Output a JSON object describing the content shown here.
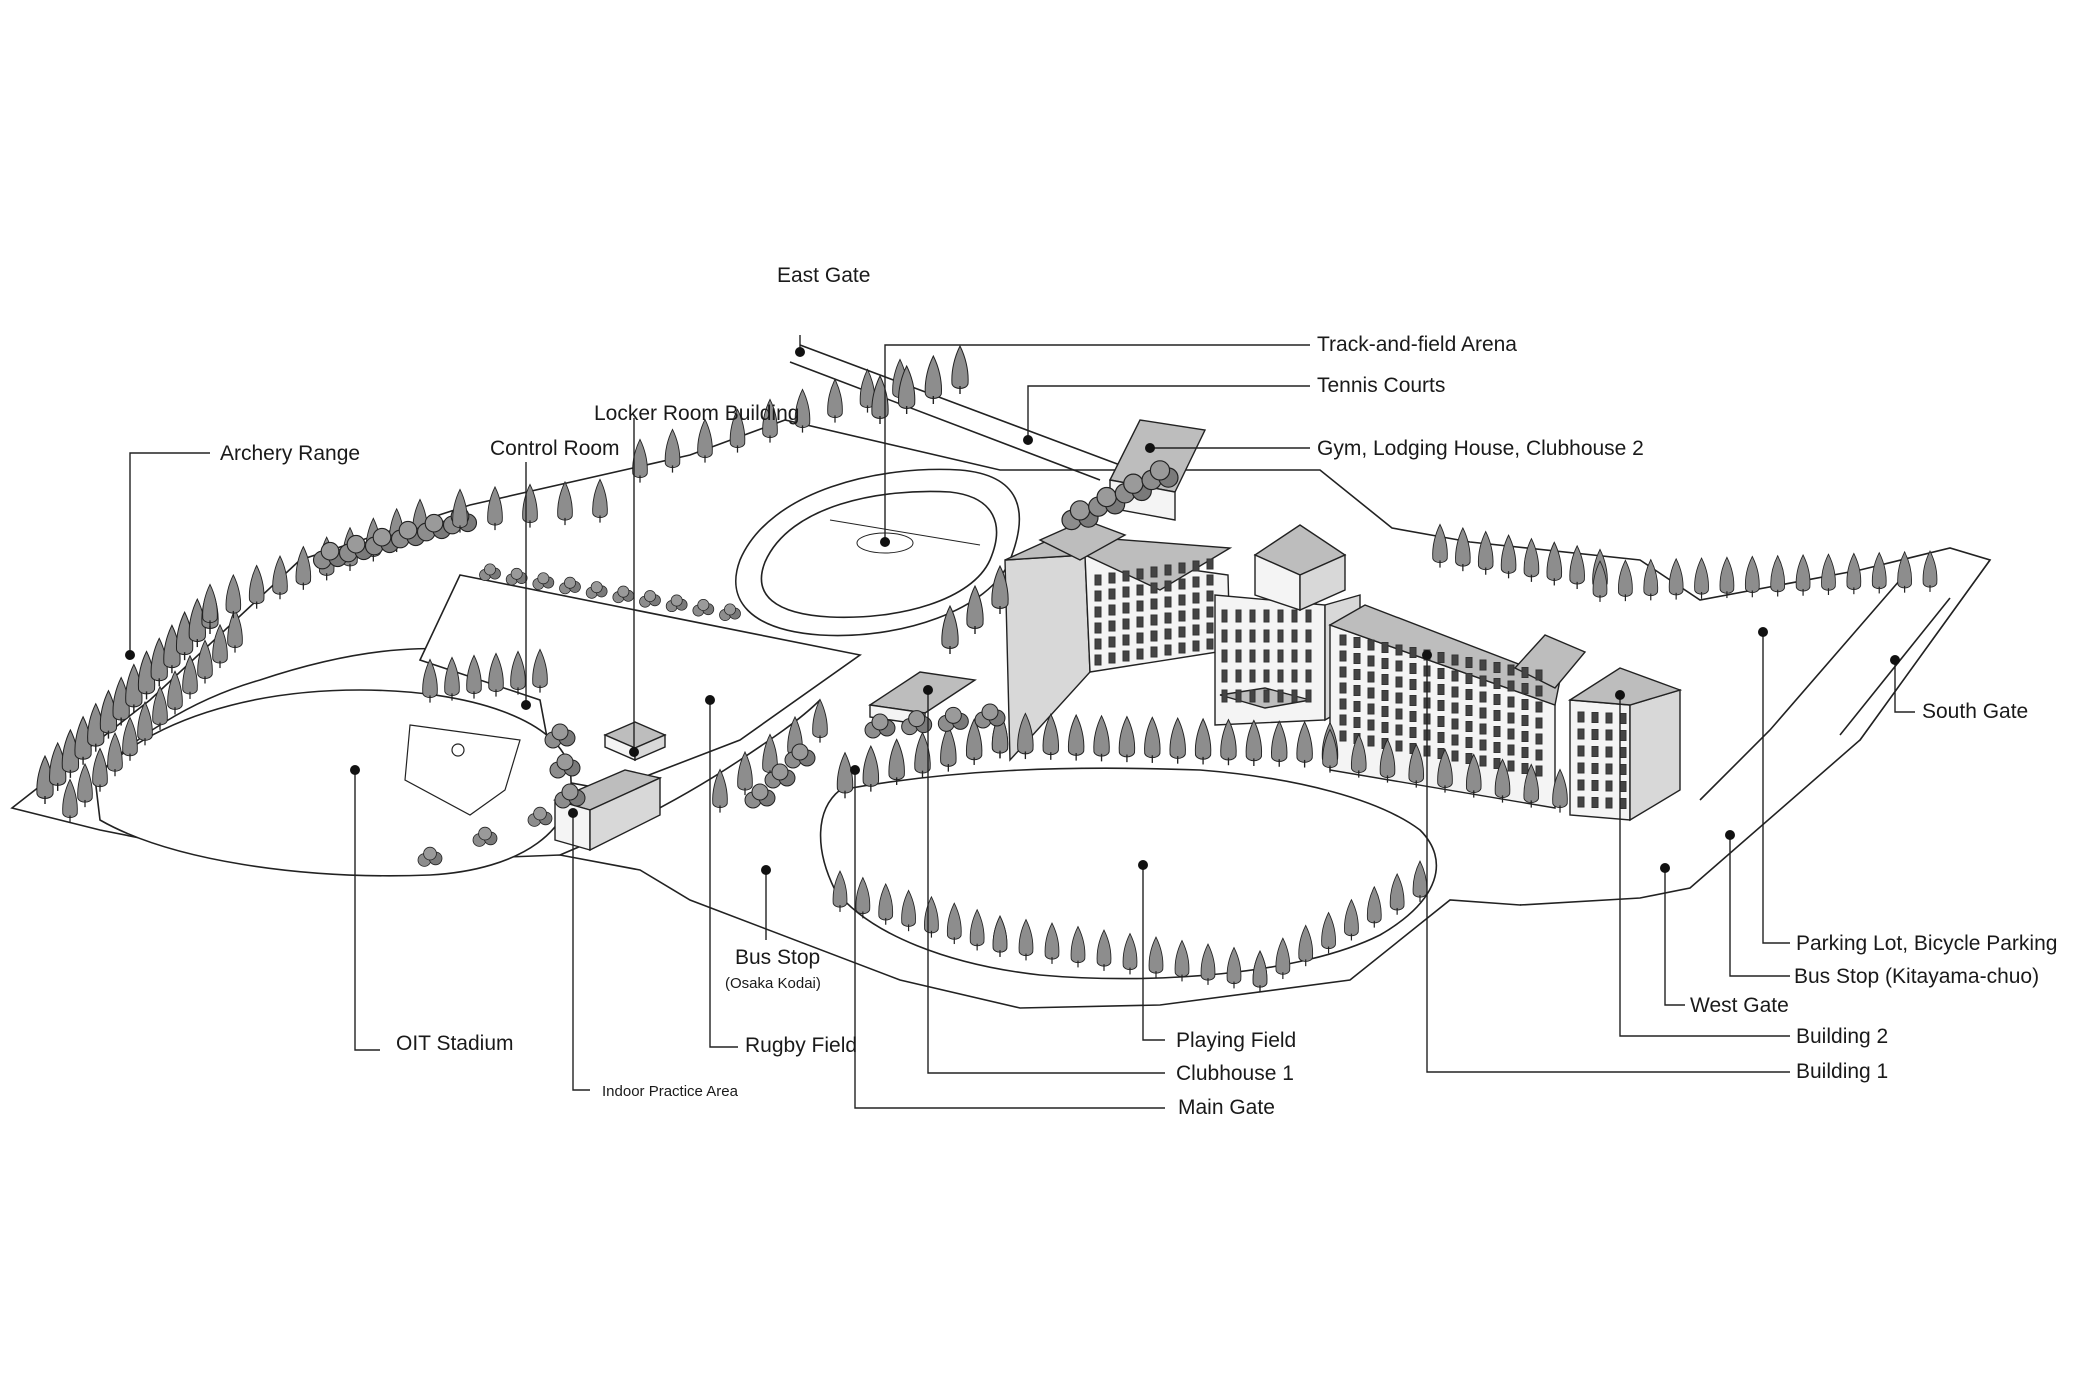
{
  "map": {
    "colors": {
      "ink": "#1a1a1a",
      "background": "#ffffff",
      "tree": "#8a8a8a",
      "roof": "#bdbdbd"
    },
    "labels": {
      "east_gate": "East Gate",
      "track_field_arena": "Track-and-field Arena",
      "tennis_courts": "Tennis Courts",
      "locker_room_building": "Locker Room Building",
      "gym_lodging_clubhouse2": "Gym, Lodging House, Clubhouse 2",
      "control_room": "Control Room",
      "archery_range": "Archery Range",
      "south_gate": "South Gate",
      "parking_lot": "Parking Lot, Bicycle Parking",
      "bus_stop_kitayama": "Bus Stop (Kitayama-chuo)",
      "west_gate": "West Gate",
      "building_2": "Building 2",
      "building_1": "Building 1",
      "bus_stop": "Bus Stop",
      "bus_stop_sub": "(Osaka Kodai)",
      "oit_stadium": "OIT Stadium",
      "rugby_field": "Rugby Field",
      "indoor_practice_area": "Indoor Practice Area",
      "playing_field": "Playing Field",
      "clubhouse_1": "Clubhouse 1",
      "main_gate": "Main Gate"
    }
  }
}
